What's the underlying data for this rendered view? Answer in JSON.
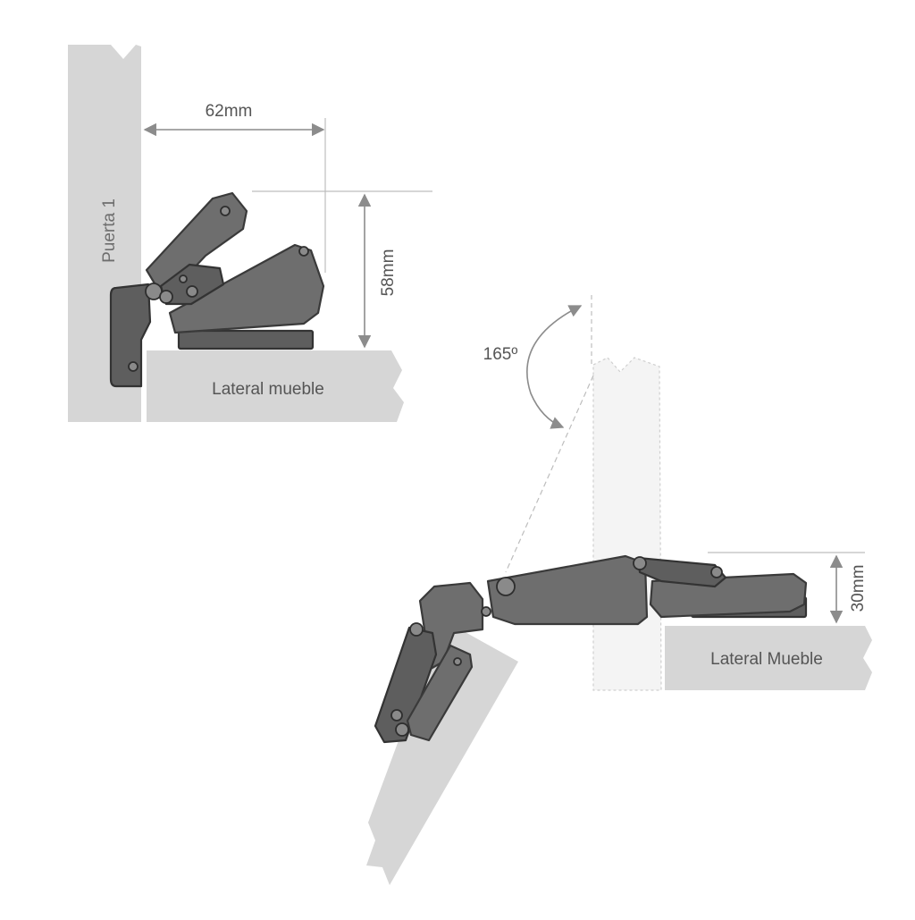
{
  "top_diagram": {
    "door_label": "Puerta 1",
    "side_label": "Lateral mueble",
    "width_dimension": "62mm",
    "height_dimension": "58mm"
  },
  "bottom_diagram": {
    "angle_label": "165º",
    "side_label": "Lateral Mueble",
    "height_dimension": "30mm"
  },
  "colors": {
    "panel": "#d6d6d6",
    "hinge": "#6e6e6e",
    "outline": "#3a3a3a",
    "dimension": "#8c8c8c"
  }
}
